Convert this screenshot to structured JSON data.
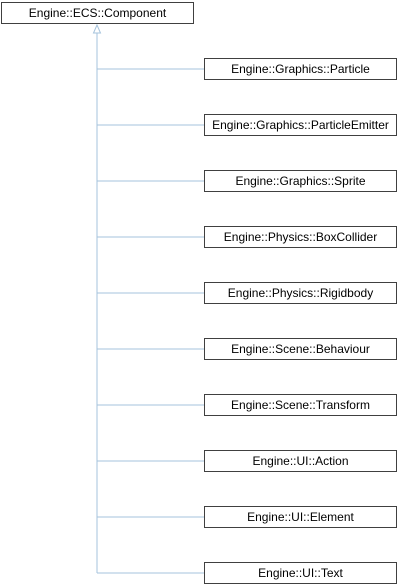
{
  "diagram": {
    "base": {
      "label": "Engine::ECS::Component"
    },
    "children": [
      {
        "label": "Engine::Graphics::Particle"
      },
      {
        "label": "Engine::Graphics::ParticleEmitter"
      },
      {
        "label": "Engine::Graphics::Sprite"
      },
      {
        "label": "Engine::Physics::BoxCollider"
      },
      {
        "label": "Engine::Physics::Rigidbody"
      },
      {
        "label": "Engine::Scene::Behaviour"
      },
      {
        "label": "Engine::Scene::Transform"
      },
      {
        "label": "Engine::UI::Action"
      },
      {
        "label": "Engine::UI::Element"
      },
      {
        "label": "Engine::UI::Text"
      }
    ],
    "colors": {
      "edge": "#a6c3dc",
      "node_border": "#404040"
    }
  }
}
